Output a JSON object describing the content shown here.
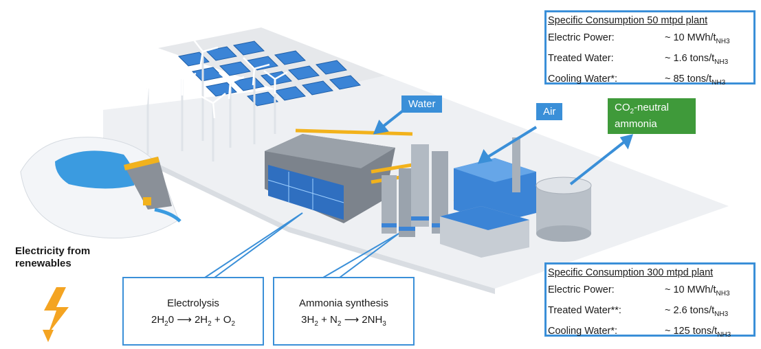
{
  "labels": {
    "water": "Water",
    "air": "Air",
    "co2_neutral_line1": "CO",
    "co2_sub": "2",
    "co2_neutral_line1_rest": "-neutral",
    "co2_neutral_line2": "ammonia",
    "electricity_line1": "Electricity from",
    "electricity_line2": "renewables"
  },
  "spec_50": {
    "title": "Specific Consumption 50 mtpd plant",
    "rows": [
      {
        "label": "Electric Power:",
        "value": "~ 10 MWh/t",
        "sub": "NH3"
      },
      {
        "label": "Treated Water:",
        "value": "~ 1.6 tons/t",
        "sub": "NH3"
      },
      {
        "label": "Cooling Water*:",
        "value": "~ 85 tons/t",
        "sub": "NH3"
      }
    ]
  },
  "spec_300": {
    "title": "Specific Consumption 300 mtpd plant",
    "rows": [
      {
        "label": "Electric Power:",
        "value": "~ 10 MWh/t",
        "sub": "NH3"
      },
      {
        "label": "Treated Water**:",
        "value": "~ 2.6 tons/t",
        "sub": "NH3"
      },
      {
        "label": "Cooling Water*:",
        "value": "~ 125 tons/t",
        "sub": "NH3"
      }
    ]
  },
  "electrolysis": {
    "title": "Electrolysis",
    "eq_left_a": "2H",
    "eq_left_a_sub": "2",
    "eq_left_b": "0",
    "eq_right_a": "2H",
    "eq_right_a_sub": "2",
    "eq_right_b": " + O",
    "eq_right_b_sub": "2"
  },
  "synthesis": {
    "title": "Ammonia synthesis",
    "eq_left_a": "3H",
    "eq_left_a_sub": "2",
    "eq_left_b": " + N",
    "eq_left_b_sub": "2",
    "eq_right_a": "2NH",
    "eq_right_a_sub": "3"
  },
  "colors": {
    "accent_blue": "#3a8fd8",
    "green": "#3f9a3a",
    "lightning": "#f4a422",
    "pipe_yellow": "#f2b21c"
  },
  "icons": [
    "wind-turbine-icon",
    "solar-panel-icon",
    "lightning-icon",
    "storage-tank-icon"
  ]
}
